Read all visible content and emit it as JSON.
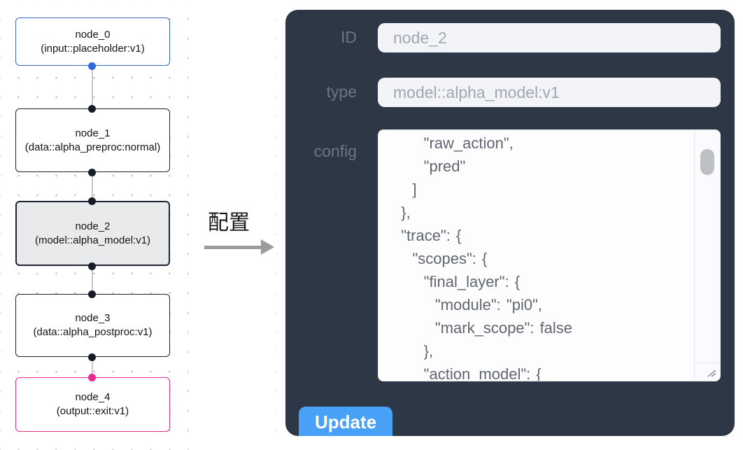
{
  "flow": {
    "nodes": [
      {
        "id": "node_0",
        "title": "node_0",
        "subtitle": "(input::placeholder:v1)",
        "variant": "input",
        "border_color": "#3668cf",
        "selected": false
      },
      {
        "id": "node_1",
        "title": "node_1",
        "subtitle": "(data::alpha_preproc:normal)",
        "variant": "data",
        "border_color": "#1d2330",
        "selected": false
      },
      {
        "id": "node_2",
        "title": "node_2",
        "subtitle": "(model::alpha_model:v1)",
        "variant": "model",
        "border_color": "#1d2330",
        "selected": true
      },
      {
        "id": "node_3",
        "title": "node_3",
        "subtitle": "(data::alpha_postproc:v1)",
        "variant": "data",
        "border_color": "#1d2330",
        "selected": false
      },
      {
        "id": "node_4",
        "title": "node_4",
        "subtitle": "(output::exit:v1)",
        "variant": "output",
        "border_color": "#ea2b8d",
        "selected": false
      }
    ],
    "port_colors": {
      "input": "#2d68e0",
      "default": "#161b28",
      "output": "#ea2b8d"
    }
  },
  "transfer": {
    "label": "配置"
  },
  "panel": {
    "background": "#2d3745",
    "fields": [
      {
        "label": "ID",
        "value": "node_2"
      },
      {
        "label": "type",
        "value": "model::alpha_model:v1"
      }
    ],
    "config": {
      "label": "config",
      "value": "      \"raw_action\",\n      \"pred\"\n    ]\n  },\n  \"trace\": {\n    \"scopes\": {\n      \"final_layer\": {\n        \"module\": \"pi0\",\n        \"mark_scope\": false\n      },\n      \"action_model\": {"
    },
    "update_label": "Update",
    "button_color": "#48a1f7"
  }
}
